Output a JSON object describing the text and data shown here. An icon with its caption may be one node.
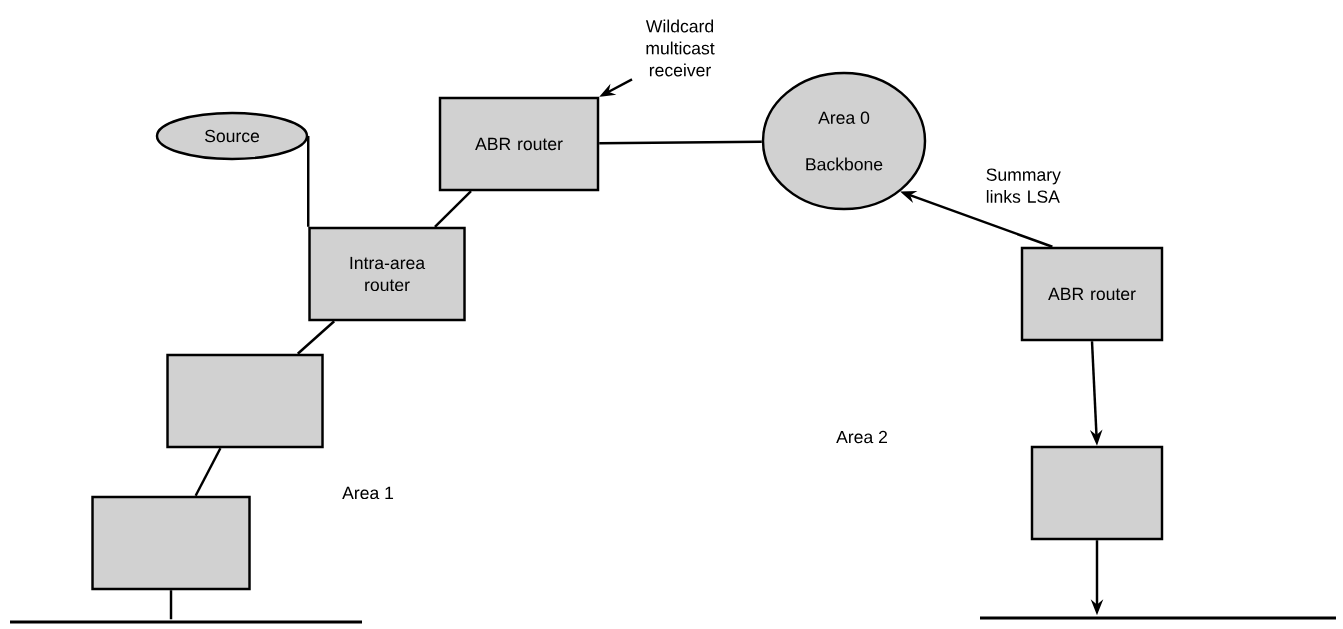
{
  "diagram": {
    "nodes": [
      {
        "text": [
          "Source"
        ]
      },
      {
        "text": [
          "ABR router"
        ]
      },
      {
        "text": [
          "Area 0",
          "Backbone"
        ]
      },
      {
        "text": [
          "Wildcard multicast receiver"
        ]
      },
      {
        "text": [
          "Intra-area router"
        ]
      },
      {
        "text": [
          "ABR router"
        ]
      },
      {
        "text": [],
        "shape": "box"
      },
      {
        "text": [],
        "shape": "box"
      },
      {
        "text": [],
        "shape": "box"
      },
      {
        "text": [],
        "shape": "bar"
      },
      {
        "text": [],
        "shape": "bar"
      }
    ],
    "edges": [
      {
        "from": 0,
        "to": 4,
        "arrow": "none"
      },
      {
        "from": 1,
        "to": 4,
        "arrow": "none"
      },
      {
        "from": 1,
        "to": 2,
        "arrow": "none"
      },
      {
        "from": 3,
        "to": 1,
        "arrow": "to"
      },
      {
        "from": 4,
        "to": 6,
        "arrow": "none"
      },
      {
        "from": 6,
        "to": 7,
        "arrow": "none"
      },
      {
        "from": 7,
        "to": 9,
        "arrow": "none"
      },
      {
        "from": 5,
        "to": 2,
        "arrow": "to",
        "label": "Summary links LSA"
      },
      {
        "from": 5,
        "to": 8,
        "arrow": "to"
      },
      {
        "from": 8,
        "to": 10,
        "arrow": "to"
      }
    ],
    "labels": [
      "Area 2",
      "Area 1"
    ]
  }
}
